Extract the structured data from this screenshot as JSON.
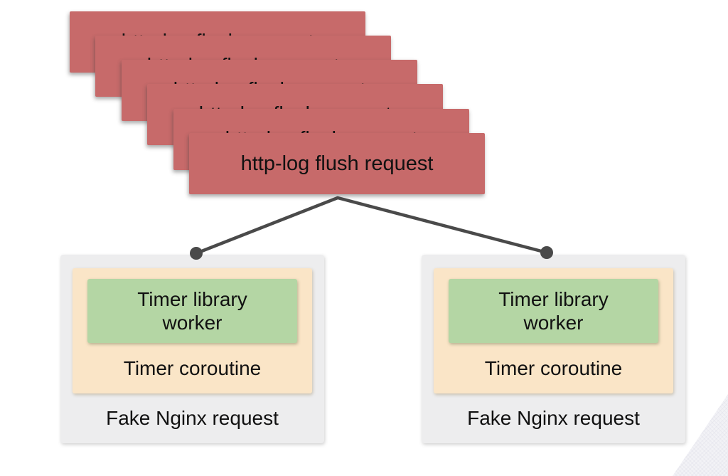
{
  "stack": {
    "label": "http-log flush request",
    "count": 6
  },
  "workers": [
    {
      "inner_label": "Timer library\nworker",
      "middle_label": "Timer coroutine",
      "outer_label": "Fake Nginx request"
    },
    {
      "inner_label": "Timer library\nworker",
      "middle_label": "Timer coroutine",
      "outer_label": "Fake Nginx request"
    }
  ],
  "colors": {
    "background": "#ffffff",
    "card": "#c76a6a",
    "card_text": "#111111",
    "connector": "#4a4a4a",
    "outer_box": "#ededee",
    "coroutine_box": "#fae5c7",
    "library_box": "#b4d6a4",
    "text": "#111111",
    "corner": "#f2f2f6"
  }
}
